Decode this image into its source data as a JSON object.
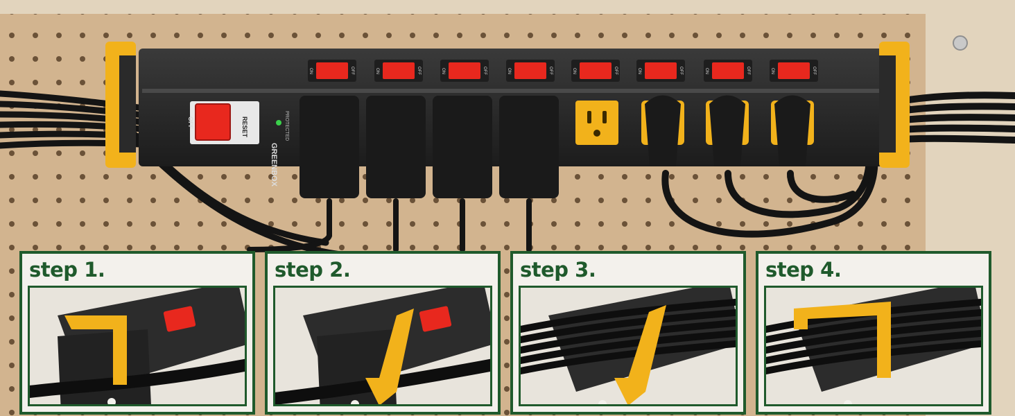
{
  "brand": {
    "name": "GREENBOX",
    "reset_label": "RESET",
    "off_label": "OFF",
    "protected_label": "PROTECTED"
  },
  "switches": {
    "on_label": "ON",
    "off_label": "OFF"
  },
  "steps": [
    {
      "label": "step 1."
    },
    {
      "label": "step 2."
    },
    {
      "label": "step 3."
    },
    {
      "label": "step 4."
    }
  ],
  "colors": {
    "accent_yellow": "#f2b21b",
    "frame_green": "#1f5a2c",
    "switch_red": "#e8281e",
    "strip_black": "#262626"
  }
}
